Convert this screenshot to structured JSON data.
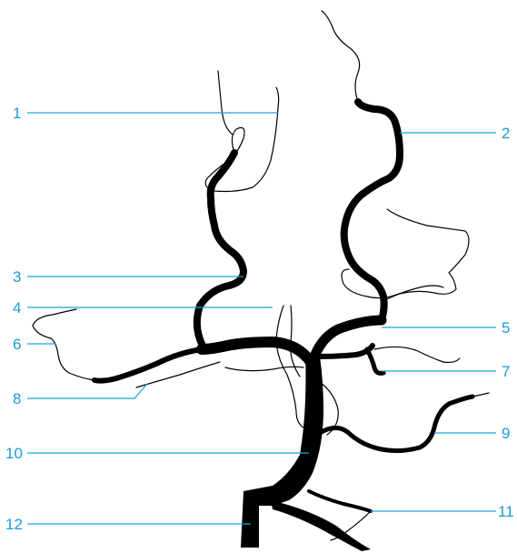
{
  "figure": {
    "labels": [
      {
        "id": "1",
        "text": "1"
      },
      {
        "id": "2",
        "text": "2"
      },
      {
        "id": "3",
        "text": "3"
      },
      {
        "id": "4",
        "text": "4"
      },
      {
        "id": "5",
        "text": "5"
      },
      {
        "id": "6",
        "text": "6"
      },
      {
        "id": "7",
        "text": "7"
      },
      {
        "id": "8",
        "text": "8"
      },
      {
        "id": "9",
        "text": "9"
      },
      {
        "id": "10",
        "text": "10"
      },
      {
        "id": "11",
        "text": "11"
      },
      {
        "id": "12",
        "text": "12"
      }
    ],
    "colors": {
      "label": "#1a9ad6",
      "leader": "#1aa3dc",
      "vessel": "#000000"
    }
  }
}
